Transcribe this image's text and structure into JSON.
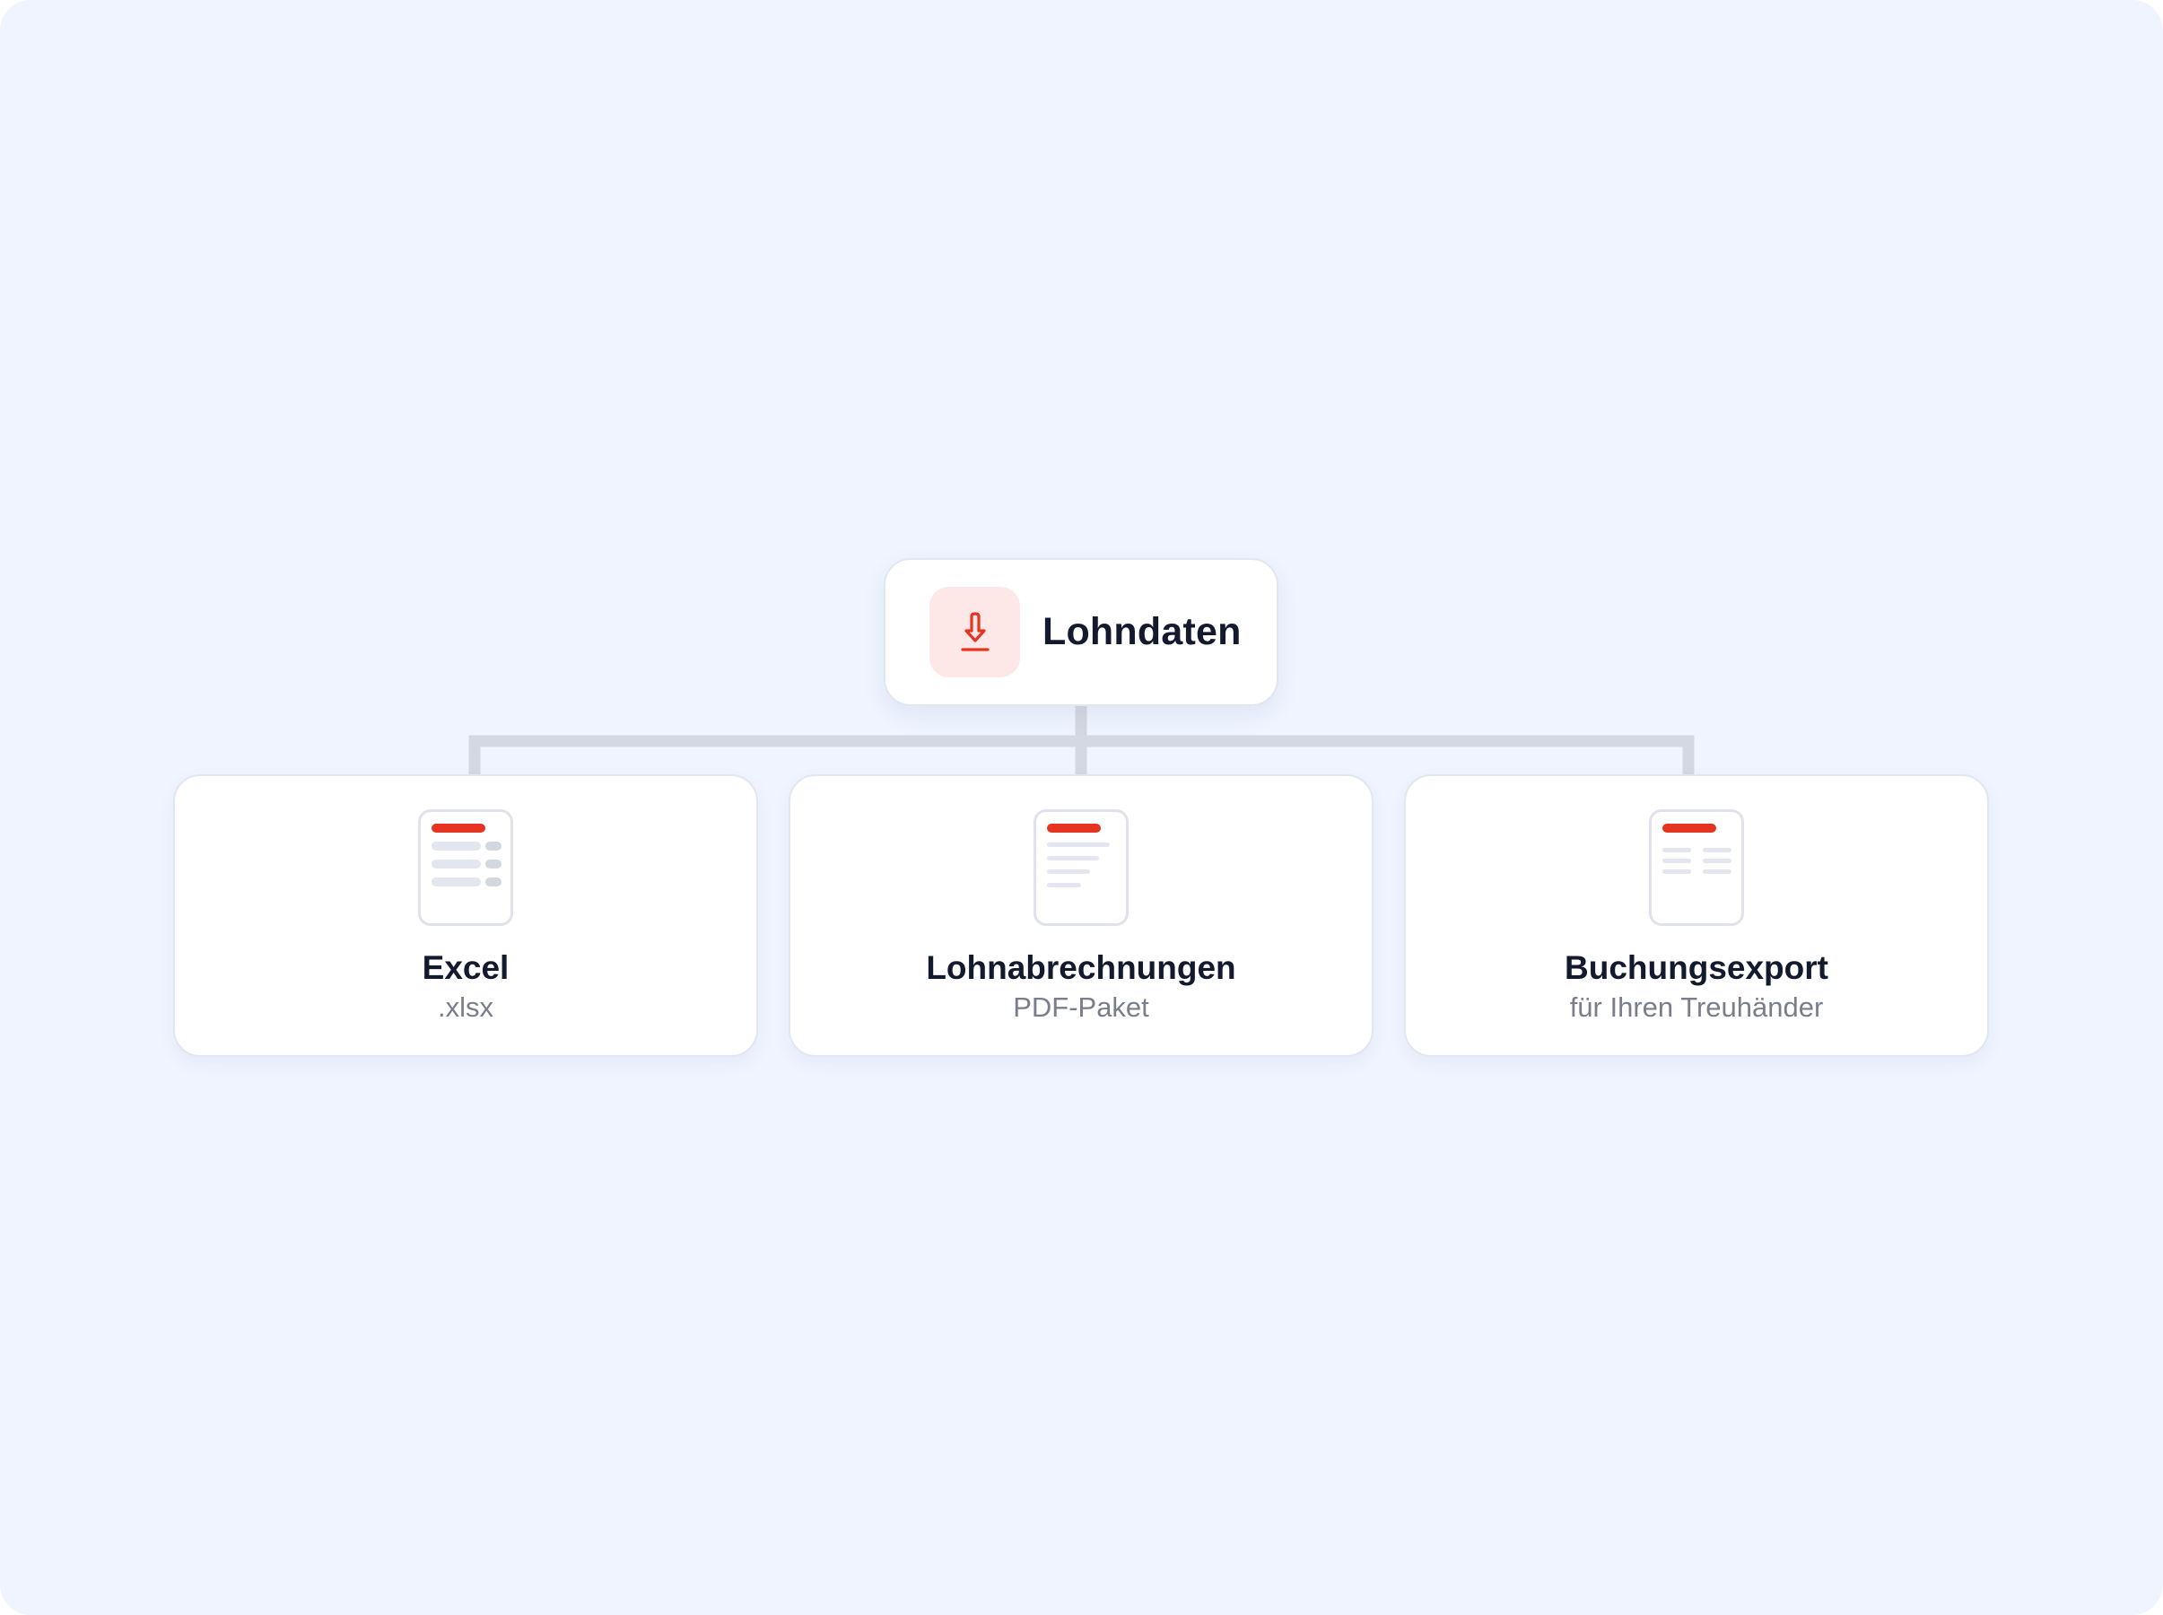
{
  "root": {
    "title": "Lohndaten",
    "icon": "download-icon"
  },
  "cards": [
    {
      "title": "Excel",
      "subtitle": ".xlsx",
      "icon": "spreadsheet-document-icon"
    },
    {
      "title": "Lohnabrechnungen",
      "subtitle": "PDF-Paket",
      "icon": "text-document-icon"
    },
    {
      "title": "Buchungsexport",
      "subtitle": "für Ihren Treuhänder",
      "icon": "two-column-document-icon"
    }
  ],
  "colors": {
    "background": "#eff4ff",
    "accent": "#e5341f",
    "icon_tile": "#fde7e7",
    "connector": "#d4d8e2",
    "title_text": "#141a2e",
    "subtitle_text": "#7a7e8c"
  }
}
